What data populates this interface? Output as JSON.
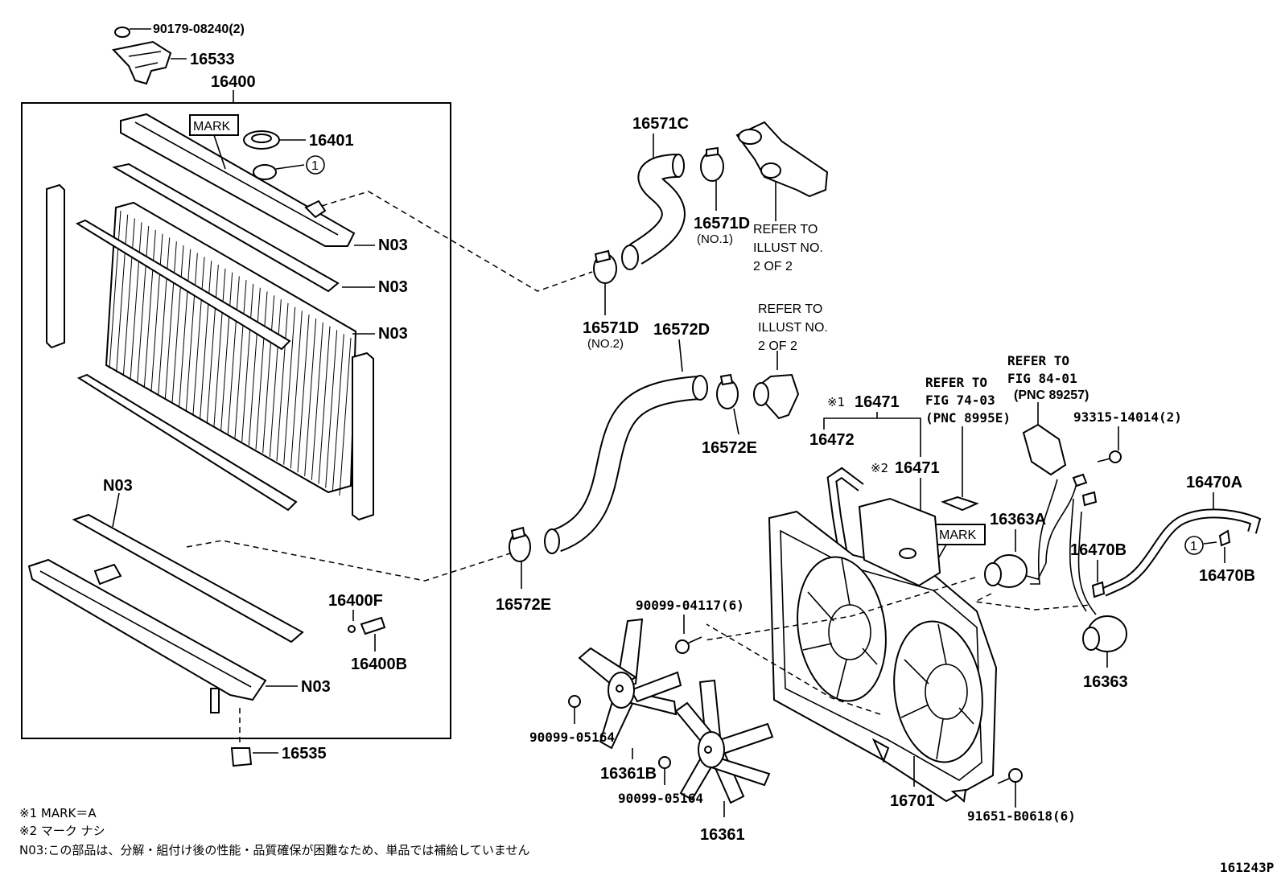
{
  "labels": {
    "p90179": "90179-08240(2)",
    "p16533": "16533",
    "p16400": "16400",
    "mark1": "MARK",
    "p16401": "16401",
    "circle1a": "1",
    "n03a": "N03",
    "n03b": "N03",
    "n03c": "N03",
    "n03d": "N03",
    "n03e": "N03",
    "p16400f": "16400F",
    "p16400b": "16400B",
    "p16535": "16535",
    "p16571c": "16571C",
    "p16571d_1": "16571D",
    "p16571d_1_sub": "(NO.1)",
    "refer1_l1": "REFER TO",
    "refer1_l2": "ILLUST NO.",
    "refer1_l3": "2 OF 2",
    "p16571d_2": "16571D",
    "p16571d_2_sub": "(NO.2)",
    "p16572d": "16572D",
    "refer2_l1": "REFER TO",
    "refer2_l2": "ILLUST NO.",
    "refer2_l3": "2 OF 2",
    "p16572e_a": "16572E",
    "p16572e_b": "16572E",
    "note1_mark": "※1",
    "p16471_a": "16471",
    "p16472": "16472",
    "note2_mark": "※2",
    "p16471_b": "16471",
    "refer3_l1": "REFER TO",
    "refer3_l2": "FIG 74-03",
    "refer3_l3": "(PNC 8995E)",
    "refer4_l1": "REFER TO",
    "refer4_l2": "FIG 84-01",
    "refer4_l3": "(PNC 89257)",
    "p93315": "93315-14014(2)",
    "p16470a": "16470A",
    "mark2": "MARK",
    "p16363a": "16363A",
    "p16470b_a": "16470B",
    "circle1b": "1",
    "p16470b_b": "16470B",
    "p16363": "16363",
    "p90099_04117": "90099-04117(6)",
    "p90099_05164_a": "90099-05164",
    "p16361b": "16361B",
    "p90099_05164_b": "90099-05164",
    "p16361": "16361",
    "p16701": "16701",
    "p91651": "91651-B0618(6)",
    "footnote1": "※1  MARK＝A",
    "footnote2": "※2  マーク ナシ",
    "footnote3": "N03:この部品は、分解・組付け後の性能・品質確保が困難なため、単品では補給していません",
    "figure_no": "161243P"
  }
}
